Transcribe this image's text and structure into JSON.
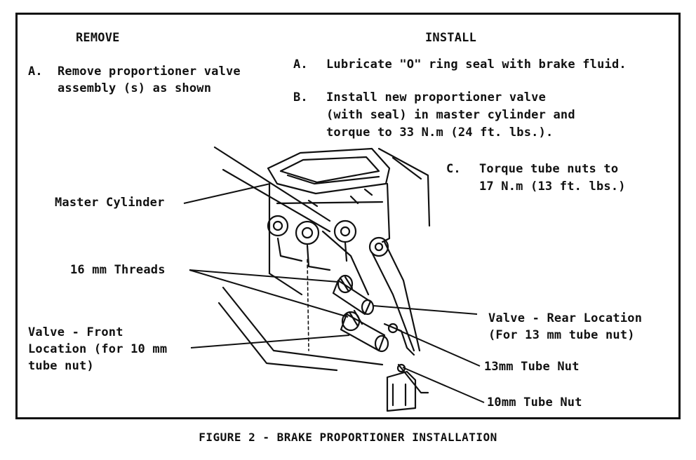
{
  "remove": {
    "heading": "REMOVE",
    "step_a_letter": "A.",
    "step_a_line1": "Remove proportioner valve",
    "step_a_line2": "assembly (s) as shown"
  },
  "install": {
    "heading": "INSTALL",
    "step_a_letter": "A.",
    "step_a_line1": "Lubricate \"O\" ring seal with brake fluid.",
    "step_b_letter": "B.",
    "step_b_line1": "Install new proportioner valve",
    "step_b_line2": "(with seal) in master cylinder and",
    "step_b_line3": "torque to 33 N.m (24 ft. lbs.).",
    "step_c_letter": "C.",
    "step_c_line1": "Torque tube nuts to",
    "step_c_line2": "17 N.m (13 ft. lbs.)"
  },
  "callouts": {
    "master_cylinder": "Master Cylinder",
    "threads": "16 mm Threads",
    "valve_front_line1": "Valve - Front",
    "valve_front_line2": "Location (for 10 mm",
    "valve_front_line3": "tube nut)",
    "valve_rear_line1": "Valve - Rear Location",
    "valve_rear_line2": "(For 13 mm tube nut)",
    "tube_nut_13": "13mm Tube Nut",
    "tube_nut_10": "10mm Tube Nut"
  },
  "caption": "FIGURE 2 - BRAKE PROPORTIONER INSTALLATION"
}
